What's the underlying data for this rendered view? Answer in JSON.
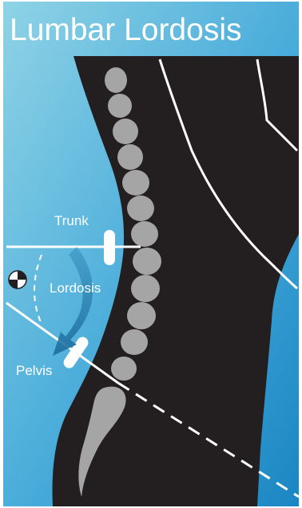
{
  "title": "Lumbar Lordosis",
  "labels": {
    "trunk": "Trunk",
    "lordosis": "Lordosis",
    "pelvis": "Pelvis"
  },
  "icons": {
    "center_of_mass": "center-of-mass-icon",
    "rotation_arrow": "curved-arrow-icon"
  },
  "colors": {
    "background_light": "#8fd3e6",
    "background_dark": "#1b86c3",
    "body": "#231f20",
    "bone": "#a5a5a5",
    "lines": "#ffffff",
    "arrow": "#1f6f9e"
  }
}
